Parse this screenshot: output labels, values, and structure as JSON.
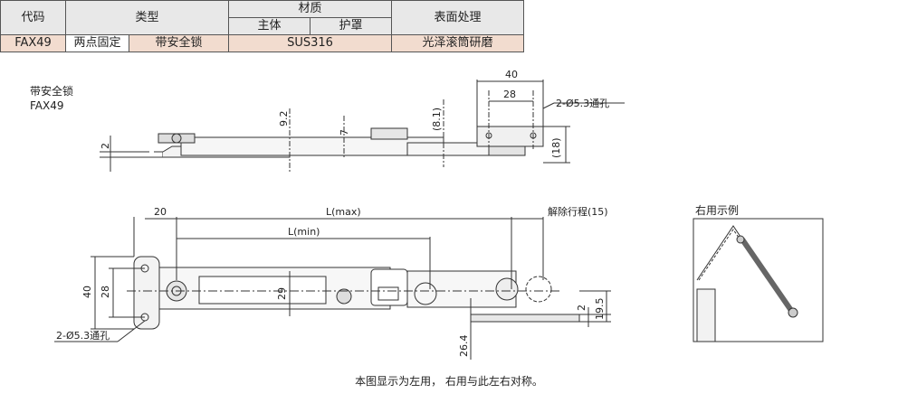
{
  "table": {
    "headers": {
      "code": "代码",
      "type": "类型",
      "material": "材质",
      "main_body": "主体",
      "cover": "护罩",
      "surface": "表面处理"
    },
    "row": {
      "code": "FAX49",
      "type_fixed": "两点固定",
      "type_lock": "带安全锁",
      "material": "SUS316",
      "surface": "光泽滚筒研磨"
    }
  },
  "side_view": {
    "title": "带安全锁",
    "code": "FAX49",
    "dims": {
      "d40": "40",
      "d28": "28",
      "hole": "2-Ø5.3通孔",
      "d9_2": "9.2",
      "d7": "7",
      "d8_1": "(8.1)",
      "d18": "(18)",
      "d2": "2"
    }
  },
  "top_view": {
    "dims": {
      "d20": "20",
      "lmax": "L(max)",
      "lmin": "L(min)",
      "stroke": "解除行程(15)",
      "d40": "40",
      "d28": "28",
      "d29": "29",
      "hole": "2-Ø5.3通孔",
      "d26_4": "26.4",
      "d2": "2",
      "d19_5": "19.5"
    }
  },
  "example": {
    "title": "右用示例"
  },
  "caption": "本图显示为左用， 右用与此左右对称。"
}
